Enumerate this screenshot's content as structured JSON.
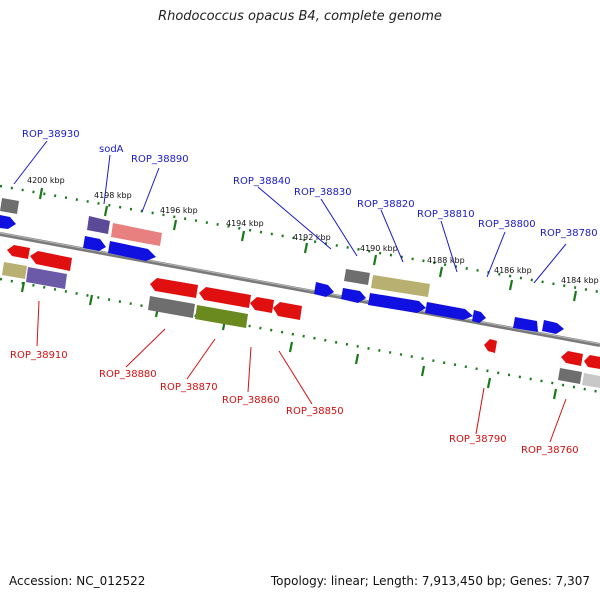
{
  "title": "Rhodococcus opacus B4, complete genome",
  "footer": {
    "accession": "Accession: NC_012522",
    "stats": "Topology: linear; Length: 7,913,450 bp; Genes: 7,307"
  },
  "ticks": [
    "4200 kbp",
    "4198 kbp",
    "4196 kbp",
    "4194 kbp",
    "4192 kbp",
    "4190 kbp",
    "4188 kbp",
    "4186 kbp",
    "4184 kbp"
  ],
  "top_labels": [
    "ROP_38930",
    "sodA",
    "ROP_38890",
    "ROP_38840",
    "ROP_38830",
    "ROP_38820",
    "ROP_38810",
    "ROP_38800",
    "ROP_38780"
  ],
  "bottom_labels": [
    "ROP_38910",
    "ROP_38880",
    "ROP_38870",
    "ROP_38860",
    "ROP_38850",
    "ROP_38790",
    "ROP_38760"
  ],
  "colors": {
    "axis": "#808080",
    "top_label": "#1a1ac8",
    "bottom_label": "#d41010",
    "dots": "#1a7a1a",
    "gene_blue": "#1010e0",
    "gene_red": "#e01010",
    "gene_gray": "#6e6e6e",
    "gene_olive": "#b8b070",
    "gene_purple": "#6a5aa8",
    "gene_pink": "#e88080",
    "gene_green": "#6a8a20"
  }
}
